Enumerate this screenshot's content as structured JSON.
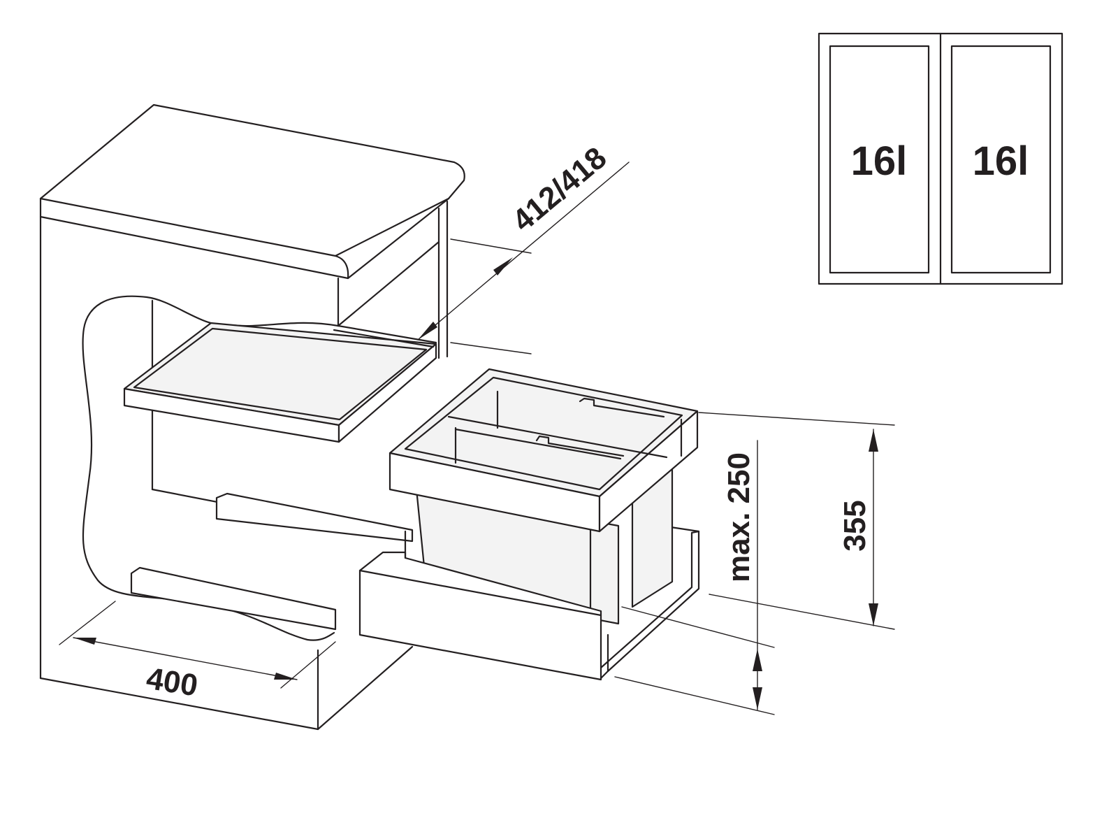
{
  "dimensions": {
    "width": "400",
    "depth": "412/418",
    "height": "355",
    "max_bin_height": "max. 250"
  },
  "compartments": [
    {
      "volume": "16l"
    },
    {
      "volume": "16l"
    }
  ],
  "colors": {
    "line": "#231f20",
    "background": "#ffffff"
  }
}
